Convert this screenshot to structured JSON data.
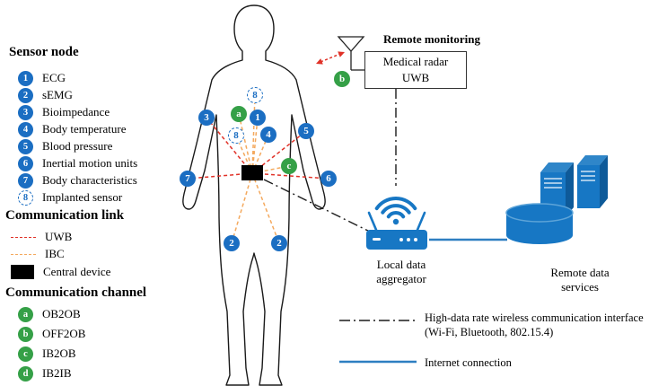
{
  "legend": {
    "sensor_node": {
      "title": "Sensor node",
      "items": [
        {
          "num": "1",
          "label": "ECG"
        },
        {
          "num": "2",
          "label": "sEMG"
        },
        {
          "num": "3",
          "label": "Bioimpedance"
        },
        {
          "num": "4",
          "label": "Body temperature"
        },
        {
          "num": "5",
          "label": "Blood pressure"
        },
        {
          "num": "6",
          "label": "Inertial motion units"
        },
        {
          "num": "7",
          "label": "Body characteristics"
        },
        {
          "num": "8",
          "label": "Implanted sensor"
        }
      ]
    },
    "communication_link": {
      "title": "Communication link",
      "items": [
        {
          "label": "UWB"
        },
        {
          "label": "IBC"
        },
        {
          "label": "Central device"
        }
      ]
    },
    "communication_channel": {
      "title": "Communication channel",
      "items": [
        {
          "letter": "a",
          "label": "OB2OB"
        },
        {
          "letter": "b",
          "label": "OFF2OB"
        },
        {
          "letter": "c",
          "label": "IB2OB"
        },
        {
          "letter": "d",
          "label": "IB2IB"
        }
      ]
    }
  },
  "body_nodes": {
    "n1": "1",
    "n2a": "2",
    "n2b": "2",
    "n3": "3",
    "n4": "4",
    "n5": "5",
    "n6": "6",
    "n7": "7",
    "n8a": "8",
    "n8b": "8",
    "na": "a",
    "nb": "b",
    "nc": "c"
  },
  "remote": {
    "monitoring_title": "Remote monitoring",
    "radar_line1": "Medical radar",
    "radar_line2": "UWB",
    "aggregator_label": "Local data aggregator",
    "services_label": "Remote data services"
  },
  "bottom_legend": {
    "wireless_line1": "High-data rate wireless communication interface",
    "wireless_line2": "(Wi-Fi, Bluetooth, 802.15.4)",
    "internet_label": "Internet connection"
  },
  "colors": {
    "node_blue": "#1b6ec2",
    "channel_green": "#35a047",
    "uwb_red": "#e03228",
    "ibc_orange": "#f4a95e",
    "device_blue": "#1777c4",
    "internet_blue": "#2e7fc1"
  }
}
